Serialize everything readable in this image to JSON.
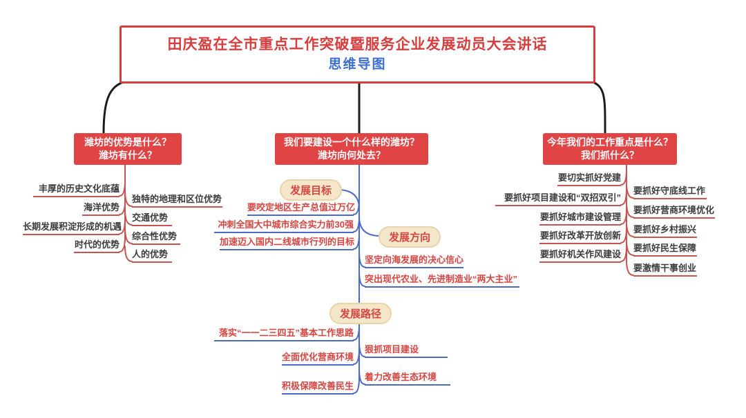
{
  "title": {
    "line1": "田庆盈在全市重点工作突破暨服务企业发展动员大会讲话",
    "line2": "思维导图"
  },
  "branches": {
    "left": {
      "header": {
        "line1": "潍坊的优势是什么？",
        "line2": "潍坊有什么？"
      },
      "items_left": [
        "丰厚的历史文化底蕴",
        "海洋优势",
        "长期发展积淀形成的机遇",
        "时代的优势"
      ],
      "items_right": [
        "独特的地理和区位优势",
        "交通优势",
        "综合性优势",
        "人的优势"
      ]
    },
    "middle": {
      "header": {
        "line1": "我们要建设一个什么样的潍坊？",
        "line2": "潍坊向何处去？"
      },
      "goal": {
        "label": "发展目标",
        "items": [
          "要咬定地区生产总值过万亿",
          "冲刺全国大中城市综合实力前30强",
          "加速迈入国内二线城市行列的目标"
        ]
      },
      "direction": {
        "label": "发展方向",
        "items": [
          "坚定向海发展的决心信心",
          "突出现代农业、先进制造业“两大主业”"
        ]
      },
      "path": {
        "label": "发展路径",
        "items_left": [
          "落实“一一二三四五”基本工作思路",
          "全面优化营商环境",
          "积极保障改善民生"
        ],
        "items_right": [
          "狠抓项目建设",
          "着力改善生态环境"
        ]
      }
    },
    "right": {
      "header": {
        "line1": "今年我们的工作重点是什么？",
        "line2": "我们抓什么？"
      },
      "items_left": [
        "要切实抓好党建",
        "要抓好项目建设和“双招双引”",
        "要抓好城市建设管理",
        "要抓好改革开放创新",
        "要抓好机关作风建设"
      ],
      "items_right": [
        "要抓好守底线工作",
        "要抓好营商环境优化",
        "要抓好乡村振兴",
        "要抓好民生保障",
        "要激情干事创业"
      ]
    }
  },
  "colors": {
    "header_box_red": "#e04444",
    "title_red": "#d83c3c",
    "subtitle_blue": "#3c6fd6",
    "line_red": "#c9534f",
    "line_blue": "#4a69c9",
    "pill_bg": "#f4e6c9",
    "pill_border": "#e8d3ab",
    "pill_text": "#d64541",
    "item_text_dark": "#3b3b3b",
    "item_text_red": "#d64541",
    "connector_black": "#1c1c1c"
  }
}
